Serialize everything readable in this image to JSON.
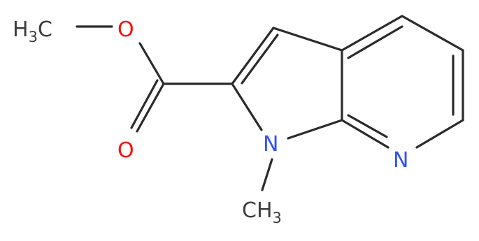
{
  "diagram": {
    "type": "chemical-structure",
    "colors": {
      "bond": "#2b2b2b",
      "carbon_label": "#3d3d3d",
      "oxygen": "#ff0d0d",
      "nitrogen": "#3050f8"
    },
    "labels": {
      "methyl_ester": {
        "main": "H",
        "sub": "3",
        "tail": "C"
      },
      "ether_oxygen": "O",
      "carbonyl_oxygen": "O",
      "pyrrole_nitrogen": "N",
      "pyridine_nitrogen": "N",
      "n_methyl": {
        "main": "CH",
        "sub": "3"
      }
    }
  }
}
